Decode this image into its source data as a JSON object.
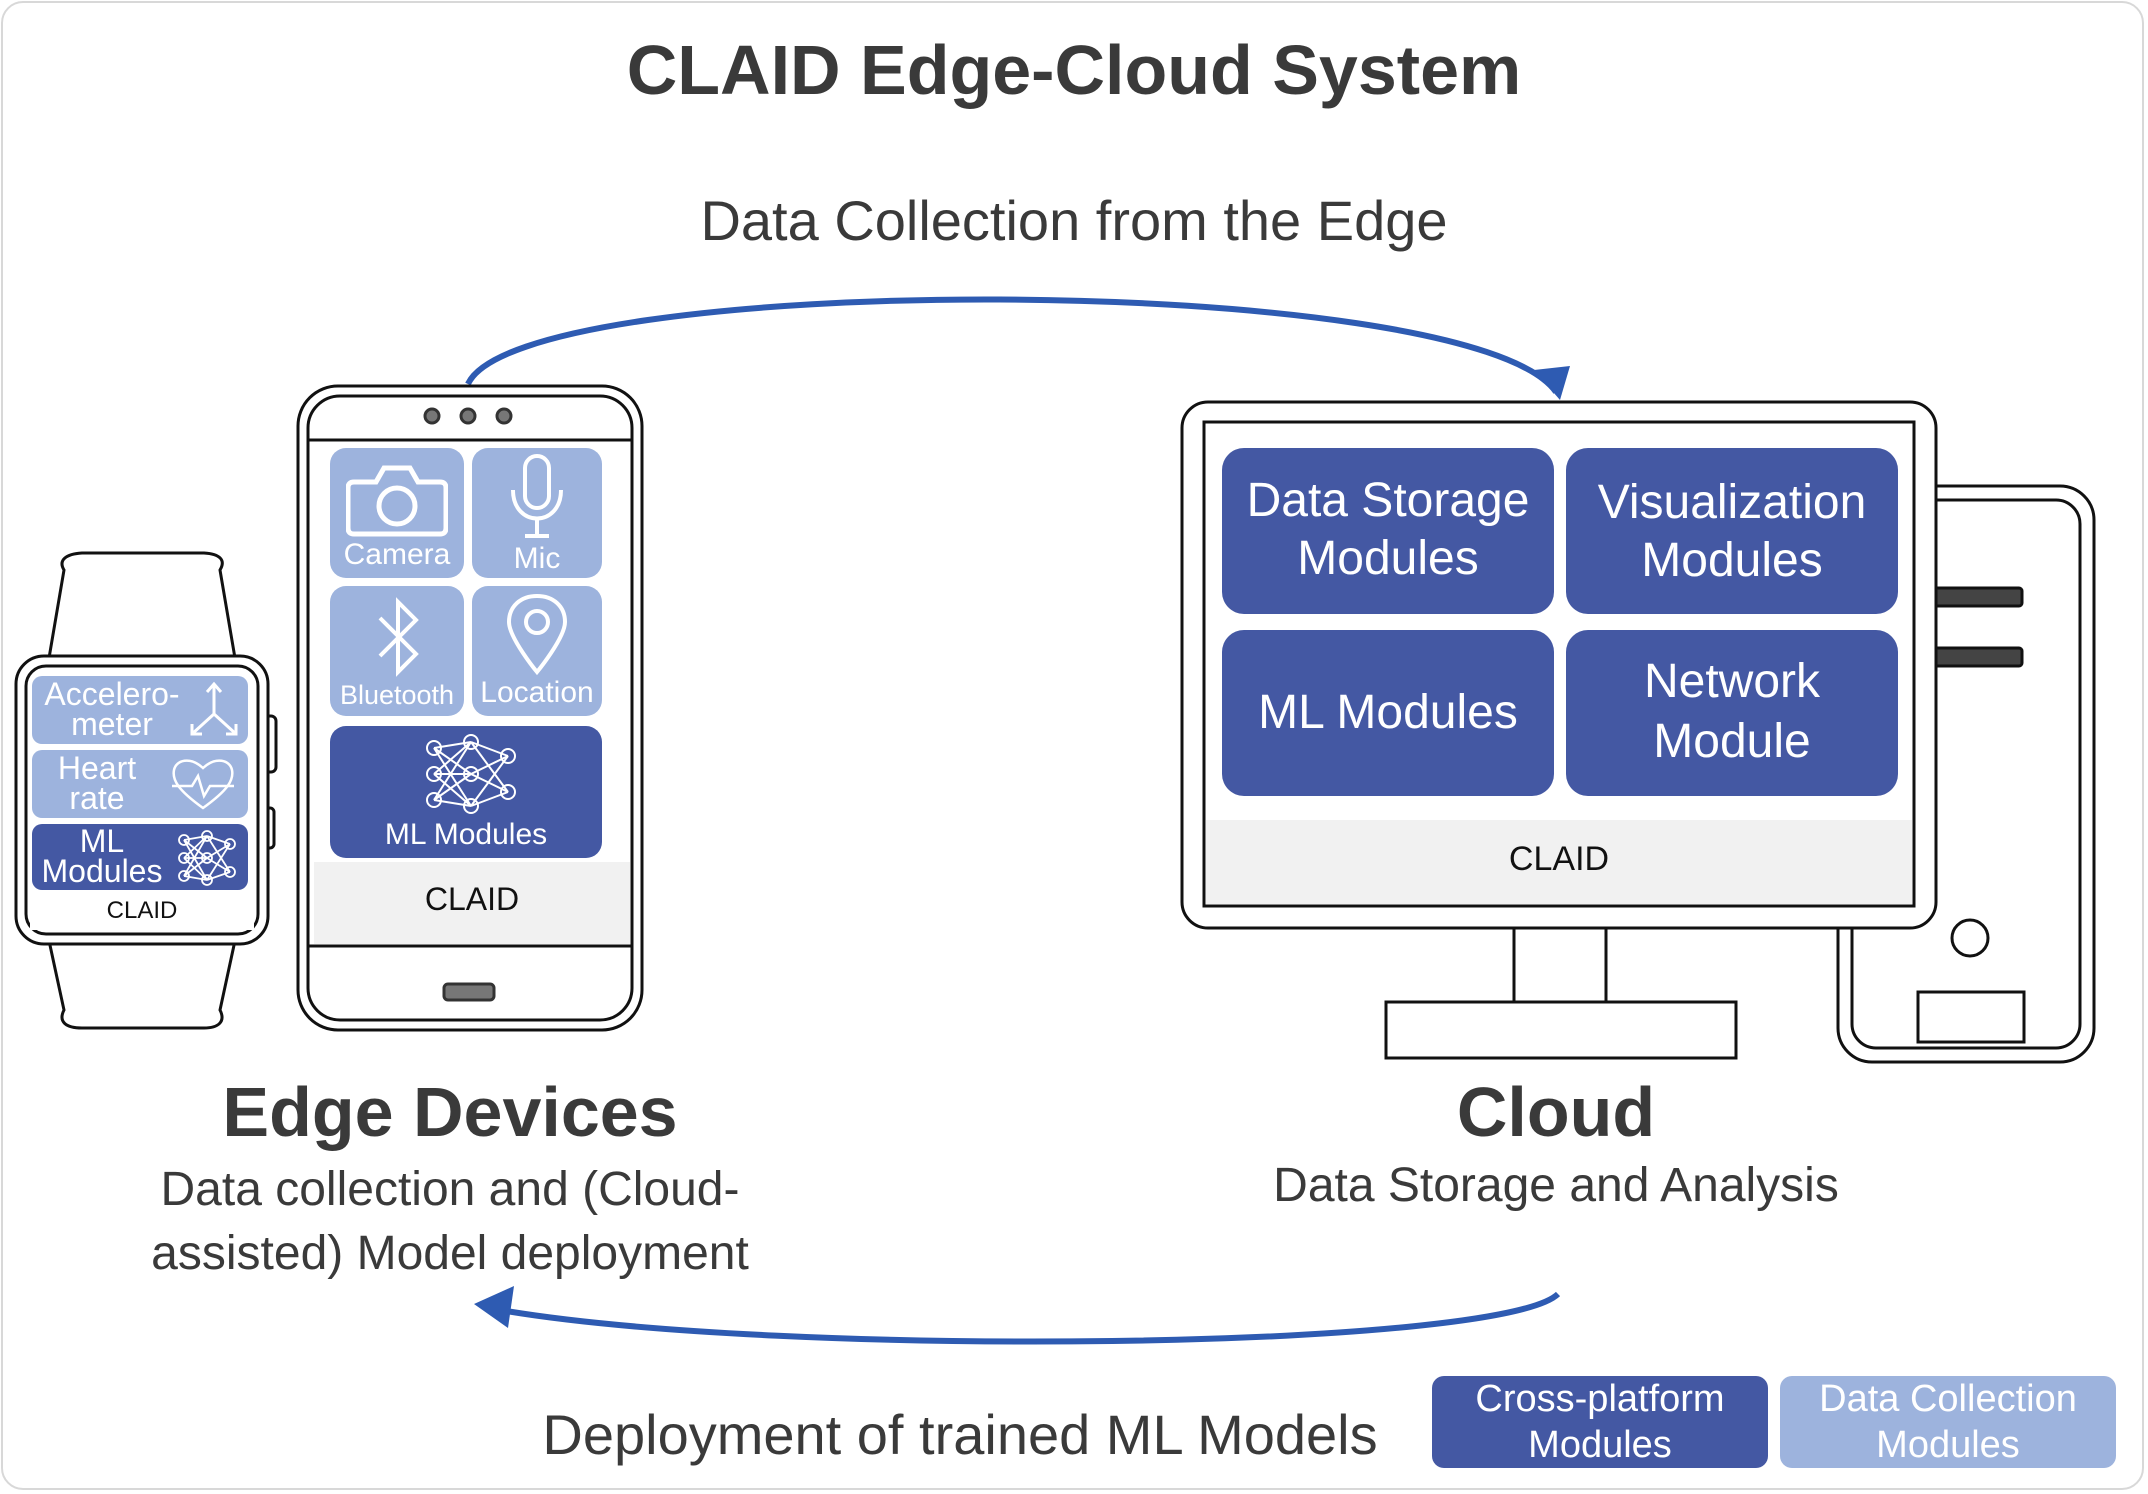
{
  "title": "CLAID Edge-Cloud System",
  "flow_top_label": "Data Collection from the Edge",
  "flow_bottom_label": "Deployment of trained ML Models",
  "edge": {
    "title": "Edge Devices",
    "subtitle": "Data collection and (Cloud-assisted) Model deployment",
    "watch": {
      "tiles": [
        {
          "line1": "Accelero-",
          "line2": "meter",
          "icon": "accelerometer-axes-icon"
        },
        {
          "line1": "Heart",
          "line2": "rate",
          "icon": "heart-pulse-icon"
        },
        {
          "line1": "ML",
          "line2": "Modules",
          "icon": "neural-network-icon"
        }
      ],
      "footer": "CLAID"
    },
    "phone": {
      "tiles": [
        {
          "label": "Camera",
          "icon": "camera-icon"
        },
        {
          "label": "Mic",
          "icon": "microphone-icon"
        },
        {
          "label": "Bluetooth",
          "icon": "bluetooth-icon"
        },
        {
          "label": "Location",
          "icon": "location-pin-icon"
        },
        {
          "label": "ML Modules",
          "icon": "neural-network-icon"
        }
      ],
      "footer": "CLAID"
    }
  },
  "cloud": {
    "title": "Cloud",
    "subtitle": "Data Storage and Analysis",
    "monitor": {
      "tiles": [
        {
          "line1": "Data Storage",
          "line2": "Modules"
        },
        {
          "line1": "Visualization",
          "line2": "Modules"
        },
        {
          "line1": "ML Modules",
          "line2": ""
        },
        {
          "line1": "Network",
          "line2": "Module"
        }
      ],
      "footer": "CLAID"
    }
  },
  "legend": {
    "cross_platform": {
      "line1": "Cross-platform",
      "line2": "Modules",
      "color": "#4458a3"
    },
    "data_collection": {
      "line1": "Data Collection",
      "line2": "Modules",
      "color": "#9db3dd"
    }
  }
}
